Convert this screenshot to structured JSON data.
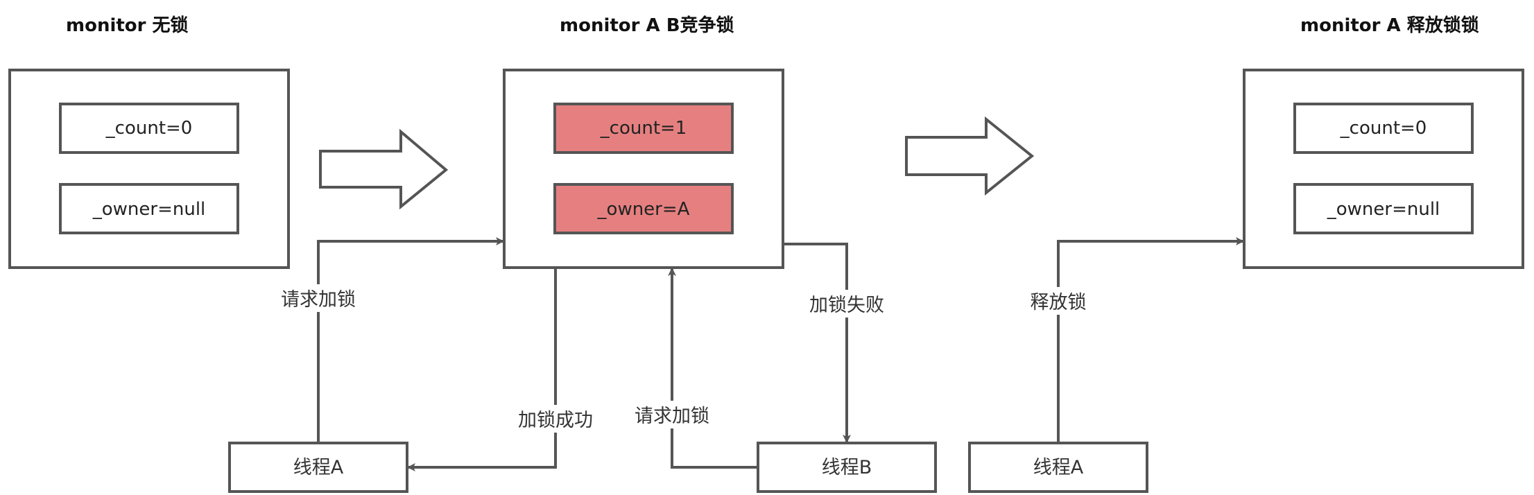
{
  "titles": {
    "free": "monitor 无锁",
    "contend": "monitor A B竞争锁",
    "release": "monitor A 释放锁锁"
  },
  "monitors": {
    "free": {
      "count": "_count=0",
      "owner": "_owner=null"
    },
    "contend": {
      "count": "_count=1",
      "owner": "_owner=A"
    },
    "release": {
      "count": "_count=0",
      "owner": "_owner=null"
    }
  },
  "threads": {
    "a1": "线程A",
    "b": "线程B",
    "a2": "线程A"
  },
  "edges": {
    "request_a": "请求加锁",
    "success": "加锁成功",
    "request_b": "请求加锁",
    "fail": "加锁失败",
    "release": "释放锁"
  },
  "colors": {
    "border": "#555555",
    "highlight": "#e68080",
    "normal_fill": "#ffffff"
  }
}
